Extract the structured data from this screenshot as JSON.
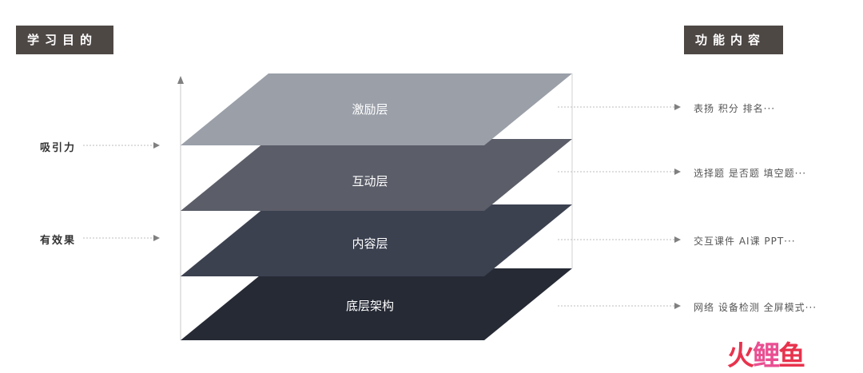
{
  "left_header": "学习目的",
  "right_header": "功能内容",
  "purposes": [
    "吸引力",
    "有效果"
  ],
  "layers": [
    {
      "name": "激励层",
      "features": "表扬  积分  排名···",
      "color": "#9a9fa8"
    },
    {
      "name": "互动层",
      "features": "选择题 是否题 填空题···",
      "color": "#5b5d68"
    },
    {
      "name": "内容层",
      "features": "交互课件  AI课  PPT···",
      "color": "#3c4150"
    },
    {
      "name": "底层架构",
      "features": "网络  设备检测  全屏模式···",
      "color": "#262a35"
    }
  ],
  "brand": {
    "chars": [
      "火",
      "鲤",
      "鱼"
    ],
    "colors": [
      "#e8334d",
      "#ea4f92",
      "#e8334d"
    ]
  }
}
